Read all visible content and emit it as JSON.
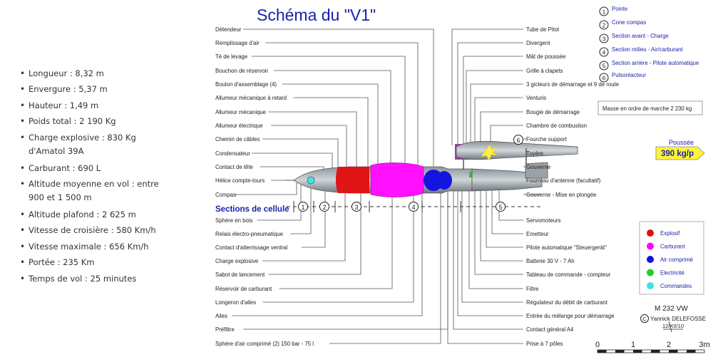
{
  "specs": [
    "Longueur : 8,32 m",
    "Envergure : 5,37 m",
    "Hauteur : 1,49 m",
    "Poids total : 2 190 Kg",
    "Charge explosive : 830 Kg d'Amatol 39A",
    "Carburant : 690 L",
    "Altitude moyenne en vol : entre 900 et 1 500 m",
    "Altitude plafond : 2 625 m",
    "Vitesse de croisière : 580 Km/h",
    "Vitesse maximale : 656 Km/h",
    "Portée : 235 Km",
    "Temps de vol : 25 minutes"
  ],
  "diagram": {
    "title": "Schéma du \"V1\"",
    "left_labels_top": [
      "Détendeur",
      "Remplissage d'air",
      "Té de levage",
      "Bouchon de réservoir",
      "Boulon d'assemblage (4)",
      "Allumeur mécanique à retard",
      "Allumeur mécanique",
      "Allumeur électrique",
      "Chemin de câbles",
      "Condensateur",
      "Contact de tête",
      "Hélice compte-tours",
      "Compas"
    ],
    "sections_label": "Sections de cellule",
    "left_labels_bottom": [
      "Sphère en bois",
      "Relais électro-pneumatique",
      "Contact d'atterrissage ventral",
      "Charge explosive",
      "Sabot de lancement",
      "Réservoir de carburant",
      "Longeron d'ailes",
      "Ailes",
      "Préfiltre",
      "Sphère d'air comprimé (2) 150 bar - 75 l"
    ],
    "right_labels_top": [
      "Tube de Pitot",
      "Divergent",
      "Mât de poussée",
      "Grille à clapets",
      "3 gicleurs de démarrage et 9 de route",
      "Venturis",
      "Bougie de démarrage",
      "Chambre de combustion",
      "Fourche support",
      "Tuyère",
      "Gouverne",
      "Fourreau d'antenne (facultatif)",
      "Gouverne - Mise en plongée"
    ],
    "right_labels_bottom": [
      "Servomoteurs",
      "Emetteur",
      "Pilote automatique \"Steuergerät\"",
      "Batterie 30 V - 7 Ah",
      "Tableau de commande - compteur",
      "Filtre",
      "Régulateur du débit de carburant",
      "Entrée du mélange pour démarrage",
      "Contact général A4",
      "Prise à 7 pôles"
    ],
    "sections_legend": [
      {
        "num": "1",
        "label": "Pointe"
      },
      {
        "num": "2",
        "label": "Cone compas"
      },
      {
        "num": "3",
        "label": "Section avant - Charge"
      },
      {
        "num": "4",
        "label": "Section milieu - Air/carburant"
      },
      {
        "num": "5",
        "label": "Section arrière - Pilote automatique"
      },
      {
        "num": "6",
        "label": "Pulsoréacteur"
      }
    ],
    "mass_text": "Masse en ordre de marche 2 230 kg",
    "thrust_label": "Poussée",
    "thrust_value": "390 kg/p",
    "color_legend": [
      {
        "label": "Explosif",
        "color": "#e01010"
      },
      {
        "label": "Carburant",
        "color": "#ff00ff"
      },
      {
        "label": "Air comprimé",
        "color": "#1010e0"
      },
      {
        "label": "Electricité",
        "color": "#20d020"
      },
      {
        "label": "Commandes",
        "color": "#40e0e0"
      }
    ],
    "model": "M 232 VW",
    "author_symbol": "C",
    "author": "Yannick DELEFOSSE",
    "date": "12/XII/10",
    "scale_ticks": [
      "0",
      "1",
      "2",
      "3m"
    ],
    "section_markers": [
      "1",
      "2",
      "3",
      "4",
      "5"
    ],
    "engine_marker": "6"
  }
}
